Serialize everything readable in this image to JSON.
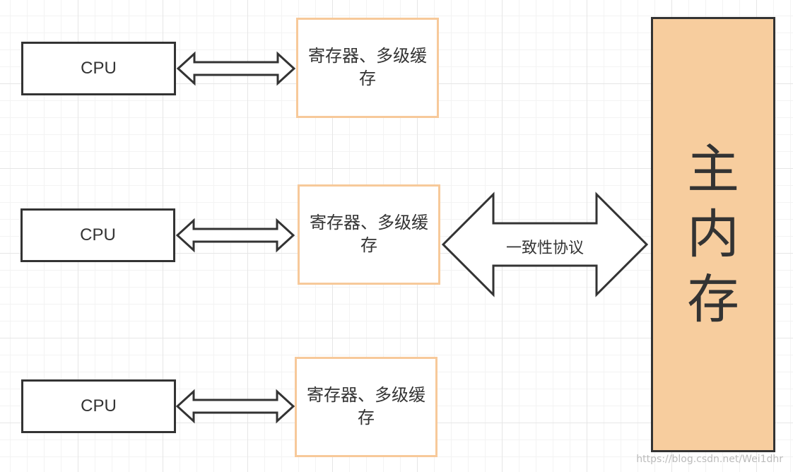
{
  "colors": {
    "cpu_border": "#333333",
    "cache_border": "#f7c99a",
    "memory_fill": "#f7cd9e",
    "arrow_stroke": "#333333"
  },
  "cpu_label": "CPU",
  "cache_label": "寄存器、多级缓存",
  "protocol_label": "一致性协议",
  "memory_chars": [
    "主",
    "内",
    "存"
  ],
  "watermark": "https://blog.csdn.net/Wei1dhr"
}
